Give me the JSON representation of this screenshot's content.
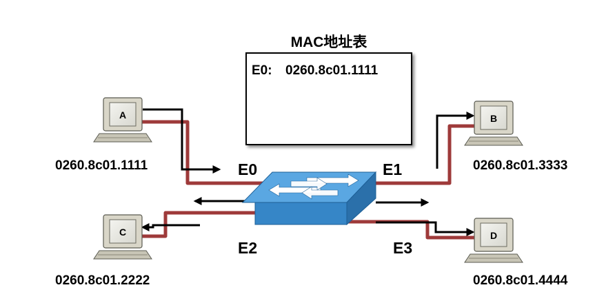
{
  "mac_table": {
    "title": "MAC地址表",
    "entries": [
      {
        "port": "E0:",
        "mac": "0260.8c01.1111"
      }
    ]
  },
  "ports": {
    "e0": "E0",
    "e1": "E1",
    "e2": "E2",
    "e3": "E3"
  },
  "hosts": {
    "a": {
      "letter": "A",
      "mac": "0260.8c01.1111"
    },
    "b": {
      "letter": "B",
      "mac": "0260.8c01.3333"
    },
    "c": {
      "letter": "C",
      "mac": "0260.8c01.2222"
    },
    "d": {
      "letter": "D",
      "mac": "0260.8c01.4444"
    }
  },
  "colors": {
    "link_red": "#9e3a3a",
    "arrow_black": "#000000",
    "switch_blue": "#3d8fd0",
    "pc_body": "#d9d6c8"
  },
  "icons": {
    "switch": "layer2-switch-icon",
    "pc": "workstation-icon"
  }
}
